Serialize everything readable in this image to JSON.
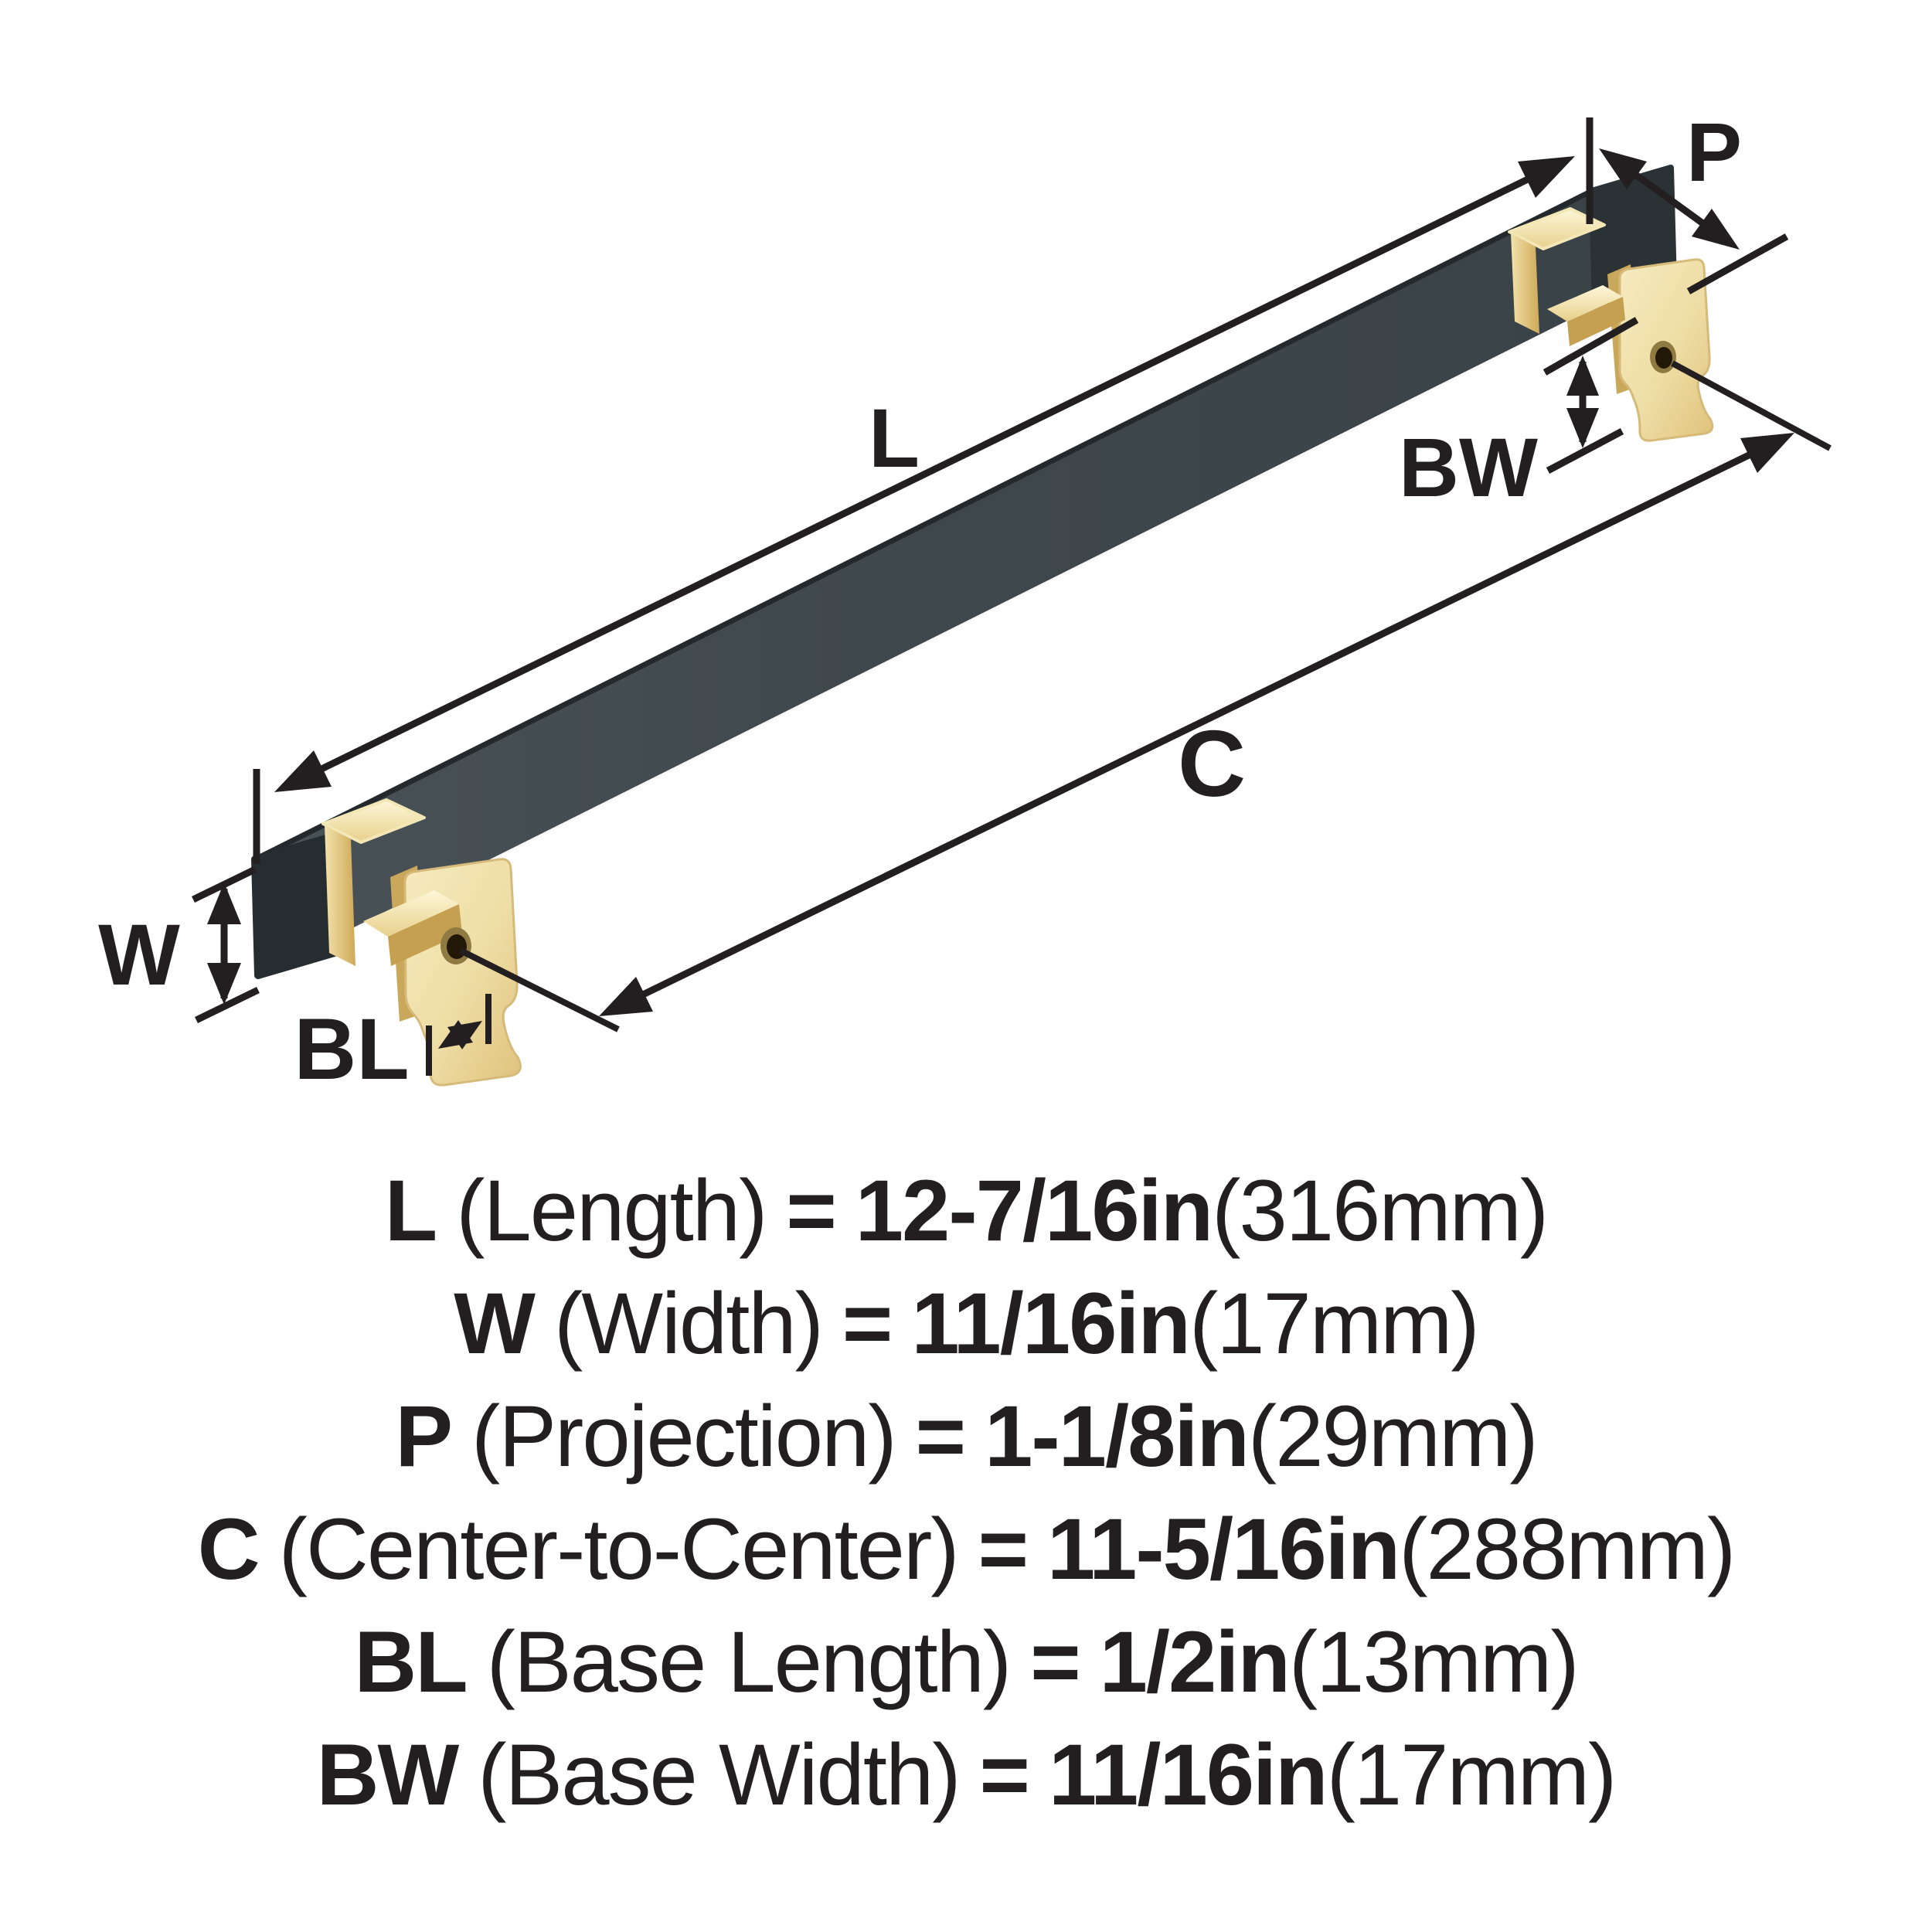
{
  "diagram": {
    "labels": {
      "length": "L",
      "width": "W",
      "projection": "P",
      "center_to_center": "C",
      "base_length": "BL",
      "base_width": "BW"
    },
    "colors": {
      "background": "#ffffff",
      "line": "#231f20",
      "bar_top": "#5d676b",
      "bar_front": "#3e474b",
      "bar_end": "#262d30",
      "brass_bright": "#faf2cd",
      "brass_light": "#f0e0a8",
      "brass_mid": "#e3c87f",
      "brass_deep": "#c09a4a"
    }
  },
  "specs": [
    {
      "label": "L",
      "name": "(Length)",
      "equals": "=",
      "value": "12-7/16in",
      "metric": "(316mm)"
    },
    {
      "label": "W",
      "name": "(Width)",
      "equals": "=",
      "value": "11/16in",
      "metric": "(17mm)"
    },
    {
      "label": "P",
      "name": "(Projection)",
      "equals": "=",
      "value": "1-1/8in",
      "metric": "(29mm)"
    },
    {
      "label": "C",
      "name": "(Center-to-Center)",
      "equals": "=",
      "value": "11-5/16in",
      "metric": "(288mm)"
    },
    {
      "label": "BL",
      "name": "(Base Length)",
      "equals": "=",
      "value": "1/2in",
      "metric": "(13mm)"
    },
    {
      "label": "BW",
      "name": "(Base Width)",
      "equals": "=",
      "value": "11/16in",
      "metric": "(17mm)"
    }
  ]
}
